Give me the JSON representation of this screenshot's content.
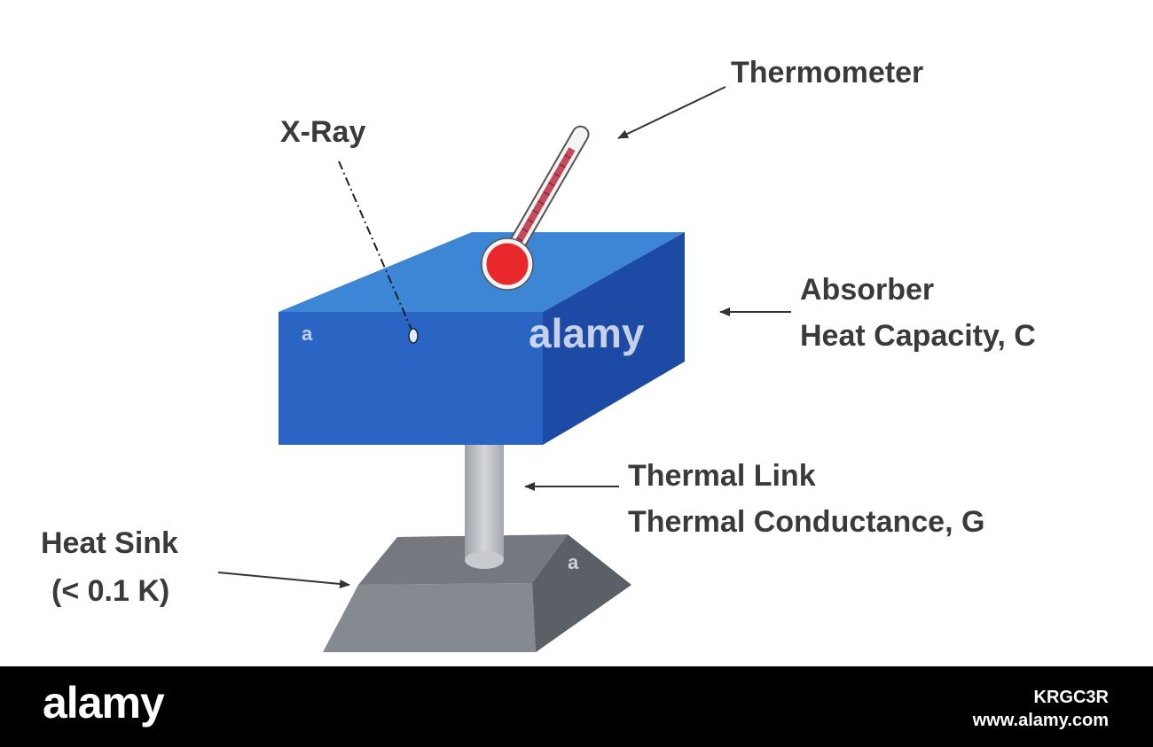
{
  "labels": {
    "thermometer": "Thermometer",
    "xray": "X-Ray",
    "absorber_line1": "Absorber",
    "absorber_line2": "Heat Capacity, C",
    "link_line1": "Thermal Link",
    "link_line2": "Thermal Conductance, G",
    "sink_line1": "Heat Sink",
    "sink_line2": "(< 0.1 K)"
  },
  "watermark": {
    "center_text": "alamy",
    "small_mark": "a"
  },
  "footer": {
    "logo": "alamy",
    "image_id": "KRGC3R",
    "site": "www.alamy.com"
  },
  "colors": {
    "absorber_front": "#2a65c4",
    "absorber_top": "#3d86d6",
    "absorber_side": "#1d4aa5",
    "link": "#b9bcc2",
    "sink_top": "#757a80",
    "sink_front": "#868a90",
    "bulb": "#e8282a"
  }
}
